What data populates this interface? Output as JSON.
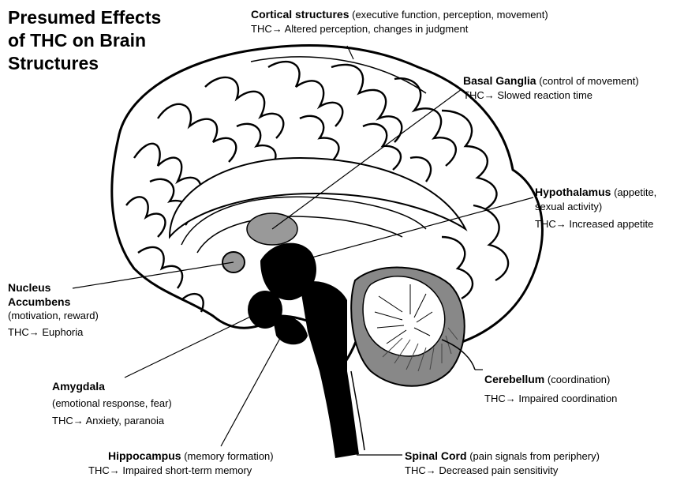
{
  "title": {
    "line1": "Presumed Effects",
    "line2": "of THC on Brain",
    "line3": "Structures"
  },
  "regions": {
    "cortical": {
      "name": "Cortical structures",
      "role": "(executive function, perception, movement)",
      "effect": "THC→ Altered perception, changes in judgment"
    },
    "basal": {
      "name": "Basal Ganglia",
      "role": "(control of  movement)",
      "effect": "THC→ Slowed reaction time"
    },
    "hypothalamus": {
      "name": "Hypothalamus",
      "role_line1": "(appetite,",
      "role_line2": "sexual activity)",
      "effect": "THC→ Increased appetite"
    },
    "nucleus": {
      "name_line1": "Nucleus",
      "name_line2": "Accumbens",
      "role": "(motivation, reward)",
      "effect": "THC→ Euphoria"
    },
    "amygdala": {
      "name": "Amygdala",
      "role": "(emotional response, fear)",
      "effect": "THC→ Anxiety, paranoia"
    },
    "hippocampus": {
      "name": "Hippocampus",
      "role": "(memory formation)",
      "effect": "THC→ Impaired short-term memory"
    },
    "cerebellum": {
      "name": "Cerebellum",
      "role": "(coordination)",
      "effect": "THC→ Impaired coordination"
    },
    "spinal": {
      "name": "Spinal Cord",
      "role": "(pain signals from periphery)",
      "effect": "THC→ Decreased pain sensitivity"
    }
  }
}
